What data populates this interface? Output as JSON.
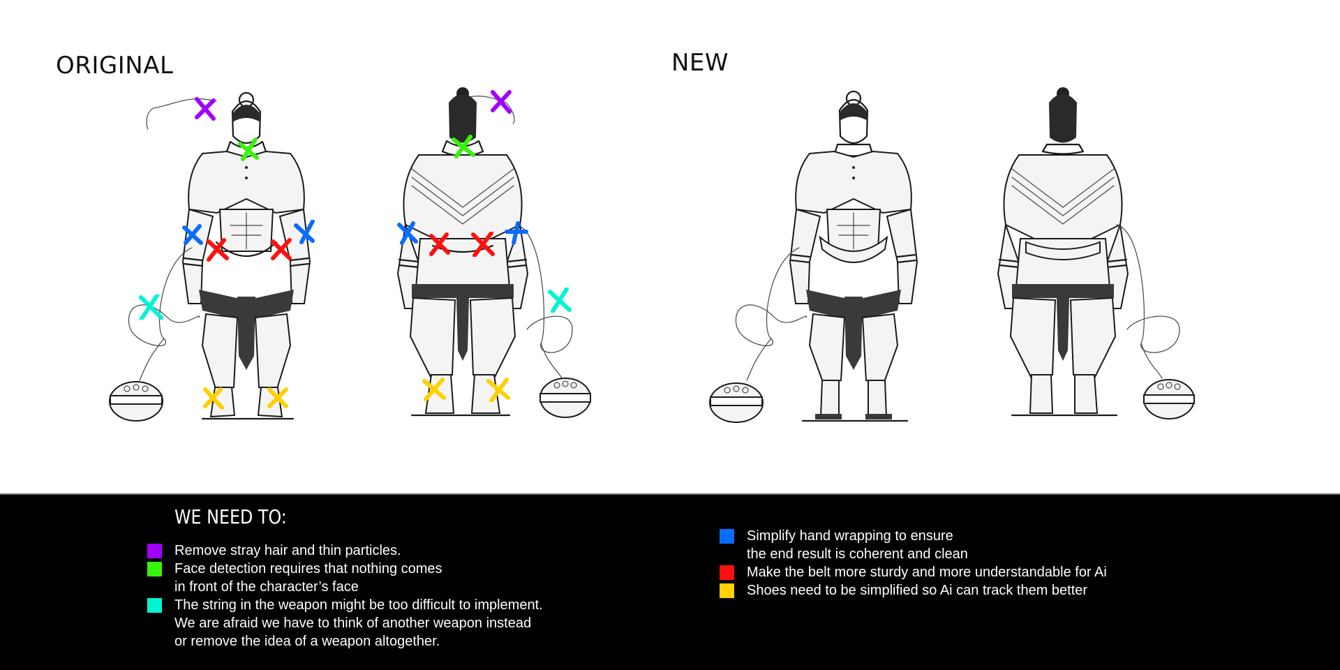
{
  "headings": {
    "original": "ORIGINAL",
    "new": "NEW"
  },
  "colors": {
    "purple": "#a100ff",
    "green": "#37f30c",
    "cyan": "#00f5d4",
    "blue": "#0a6cff",
    "red": "#ff1010",
    "yellow": "#ffd000",
    "background_top": "#ffffff",
    "background_bottom": "#000000"
  },
  "figures": [
    {
      "id": "original-front",
      "group": "ORIGINAL",
      "view": "front",
      "markers": [
        "purple",
        "green",
        "blue",
        "blue",
        "red",
        "red",
        "cyan",
        "yellow",
        "yellow"
      ]
    },
    {
      "id": "original-back",
      "group": "ORIGINAL",
      "view": "back",
      "markers": [
        "purple",
        "green",
        "blue",
        "blue",
        "red",
        "red",
        "cyan",
        "yellow",
        "yellow"
      ]
    },
    {
      "id": "new-front",
      "group": "NEW",
      "view": "front",
      "markers": []
    },
    {
      "id": "new-back",
      "group": "NEW",
      "view": "back",
      "markers": []
    }
  ],
  "notes": {
    "title": "WE NEED TO:",
    "left": [
      {
        "color": "#a100ff",
        "text": "Remove stray hair and thin particles."
      },
      {
        "color": "#37f30c",
        "text": "Face detection requires that nothing comes\nin front of the character’s face"
      },
      {
        "color": "#00f5d4",
        "text": "The string in the weapon might be too difficult to implement.\nWe are afraid we have to think of another weapon instead\nor remove the idea of a weapon altogether."
      }
    ],
    "right": [
      {
        "color": "#0a6cff",
        "text": "Simplify hand wrapping to ensure\nthe end result is coherent and clean"
      },
      {
        "color": "#ff1010",
        "text": "Make the belt more sturdy and more understandable for Ai"
      },
      {
        "color": "#ffd000",
        "text": "Shoes need to be simplified so Ai can track them better"
      }
    ]
  }
}
